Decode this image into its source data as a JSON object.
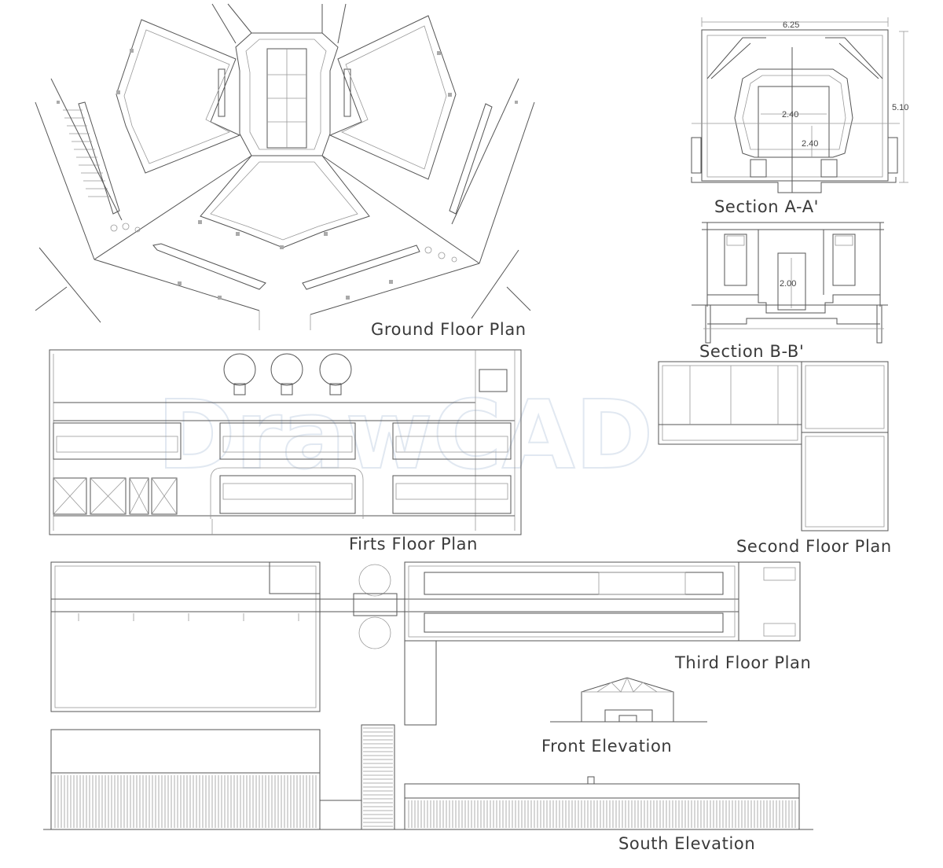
{
  "labels": {
    "ground_floor": "Ground Floor Plan",
    "section_a": "Section A-A'",
    "section_b": "Section B-B'",
    "first_floor": "Firts Floor Plan",
    "second_floor": "Second Floor Plan",
    "third_floor": "Third Floor Plan",
    "front_elevation": "Front Elevation",
    "south_elevation": "South Elevation"
  },
  "dimensions": {
    "section_a_width": "6.25",
    "section_a_height": "5.10",
    "section_a_inner_width": "2.40",
    "section_a_inner_height": "2.40",
    "section_b_door": "2.00"
  },
  "watermark": "DrawCAD",
  "colors": {
    "line": "#555555",
    "light": "#999999",
    "label": "#3a3a3a",
    "watermark": "#c9d6e6"
  }
}
